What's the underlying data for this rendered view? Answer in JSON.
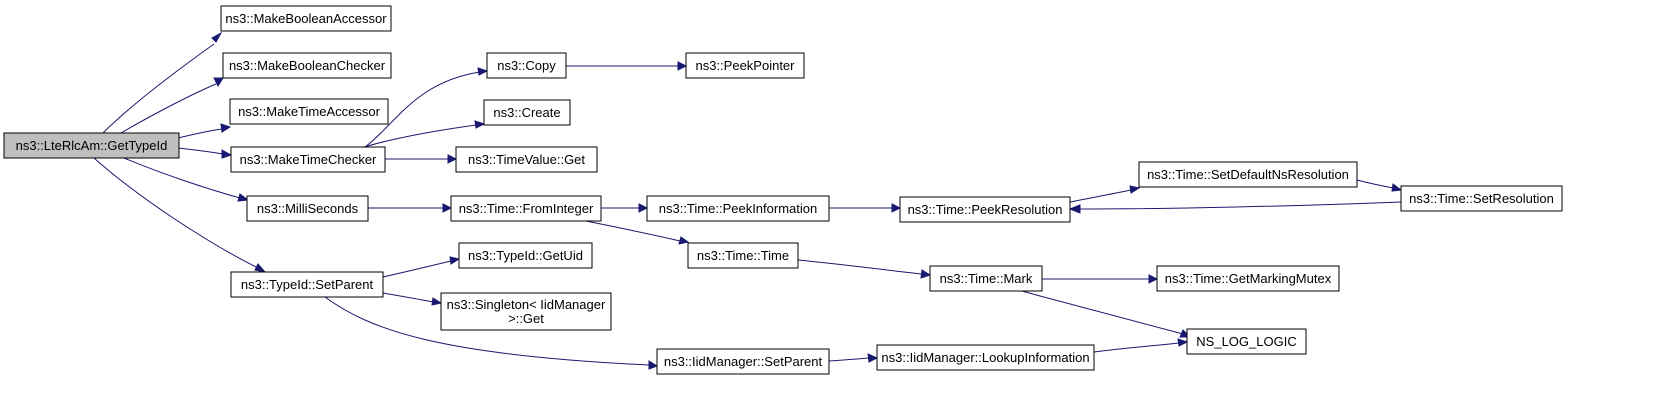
{
  "graph": {
    "nodes": [
      {
        "id": "root",
        "label": "ns3::LteRlcAm::GetTypeId",
        "highlight": true
      },
      {
        "id": "mba",
        "label": "ns3::MakeBooleanAccessor"
      },
      {
        "id": "mbc",
        "label": "ns3::MakeBooleanChecker"
      },
      {
        "id": "mta",
        "label": "ns3::MakeTimeAccessor"
      },
      {
        "id": "mtc",
        "label": "ns3::MakeTimeChecker"
      },
      {
        "id": "ms",
        "label": "ns3::MilliSeconds"
      },
      {
        "id": "tsp",
        "label": "ns3::TypeId::SetParent"
      },
      {
        "id": "copy",
        "label": "ns3::Copy"
      },
      {
        "id": "peekptr",
        "label": "ns3::PeekPointer"
      },
      {
        "id": "create",
        "label": "ns3::Create"
      },
      {
        "id": "tvget",
        "label": "ns3::TimeValue::Get"
      },
      {
        "id": "fromint",
        "label": "ns3::Time::FromInteger"
      },
      {
        "id": "peekinfo",
        "label": "ns3::Time::PeekInformation"
      },
      {
        "id": "peekres",
        "label": "ns3::Time::PeekResolution"
      },
      {
        "id": "setdef",
        "label": "ns3::Time::SetDefaultNsResolution"
      },
      {
        "id": "setres",
        "label": "ns3::Time::SetResolution"
      },
      {
        "id": "ttime",
        "label": "ns3::Time::Time"
      },
      {
        "id": "mark",
        "label": "ns3::Time::Mark"
      },
      {
        "id": "mutex",
        "label": "ns3::Time::GetMarkingMutex"
      },
      {
        "id": "nslog",
        "label": "NS_LOG_LOGIC"
      },
      {
        "id": "getuid",
        "label": "ns3::TypeId::GetUid"
      },
      {
        "id": "singleton",
        "label": "ns3::Singleton< IidManager\n >::Get"
      },
      {
        "id": "iidsp",
        "label": "ns3::IidManager::SetParent"
      },
      {
        "id": "lookup",
        "label": "ns3::IidManager::LookupInformation"
      }
    ],
    "edges": [
      {
        "from": "root",
        "to": "mba"
      },
      {
        "from": "root",
        "to": "mbc"
      },
      {
        "from": "root",
        "to": "mta"
      },
      {
        "from": "root",
        "to": "mtc"
      },
      {
        "from": "root",
        "to": "ms"
      },
      {
        "from": "root",
        "to": "tsp"
      },
      {
        "from": "mtc",
        "to": "copy"
      },
      {
        "from": "mtc",
        "to": "create"
      },
      {
        "from": "mtc",
        "to": "tvget"
      },
      {
        "from": "copy",
        "to": "peekptr"
      },
      {
        "from": "ms",
        "to": "fromint"
      },
      {
        "from": "fromint",
        "to": "peekinfo"
      },
      {
        "from": "fromint",
        "to": "ttime"
      },
      {
        "from": "peekinfo",
        "to": "peekres"
      },
      {
        "from": "peekres",
        "to": "setdef"
      },
      {
        "from": "setdef",
        "to": "setres"
      },
      {
        "from": "setres",
        "to": "peekres"
      },
      {
        "from": "ttime",
        "to": "mark"
      },
      {
        "from": "mark",
        "to": "mutex"
      },
      {
        "from": "mark",
        "to": "nslog"
      },
      {
        "from": "tsp",
        "to": "getuid"
      },
      {
        "from": "tsp",
        "to": "singleton"
      },
      {
        "from": "tsp",
        "to": "iidsp"
      },
      {
        "from": "iidsp",
        "to": "lookup"
      },
      {
        "from": "lookup",
        "to": "nslog"
      }
    ]
  },
  "colors": {
    "edge": "#191970",
    "node_fill": "#ffffff",
    "highlight_fill": "#bfbfbf",
    "border": "#000000"
  }
}
